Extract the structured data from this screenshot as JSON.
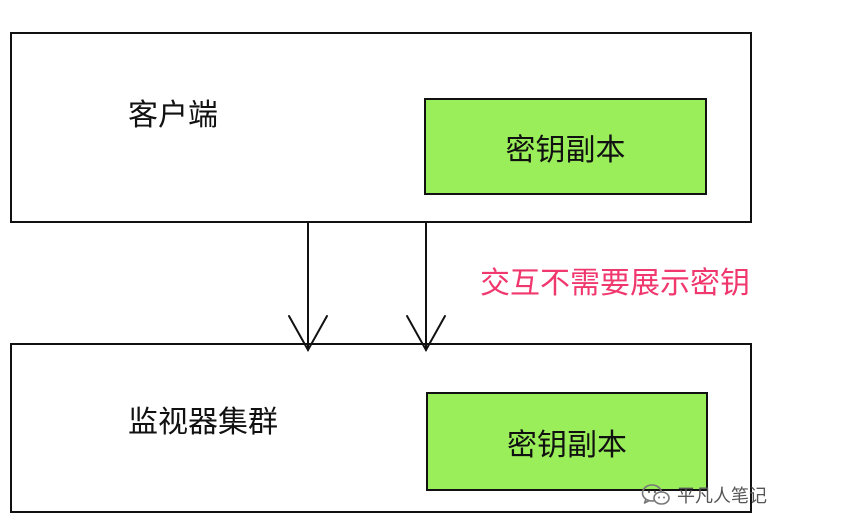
{
  "diagram": {
    "client": {
      "label": "客户端",
      "key_copy": "密钥副本"
    },
    "cluster": {
      "label": "监视器集群",
      "key_copy": "密钥副本"
    },
    "annotation": "交互不需要展示密钥",
    "arrow_color": "#111111",
    "key_box_color": "#99ee5a",
    "annotation_color": "#f0386e"
  },
  "watermark": {
    "icon": "wechat-icon",
    "text": "平凡人笔记"
  }
}
